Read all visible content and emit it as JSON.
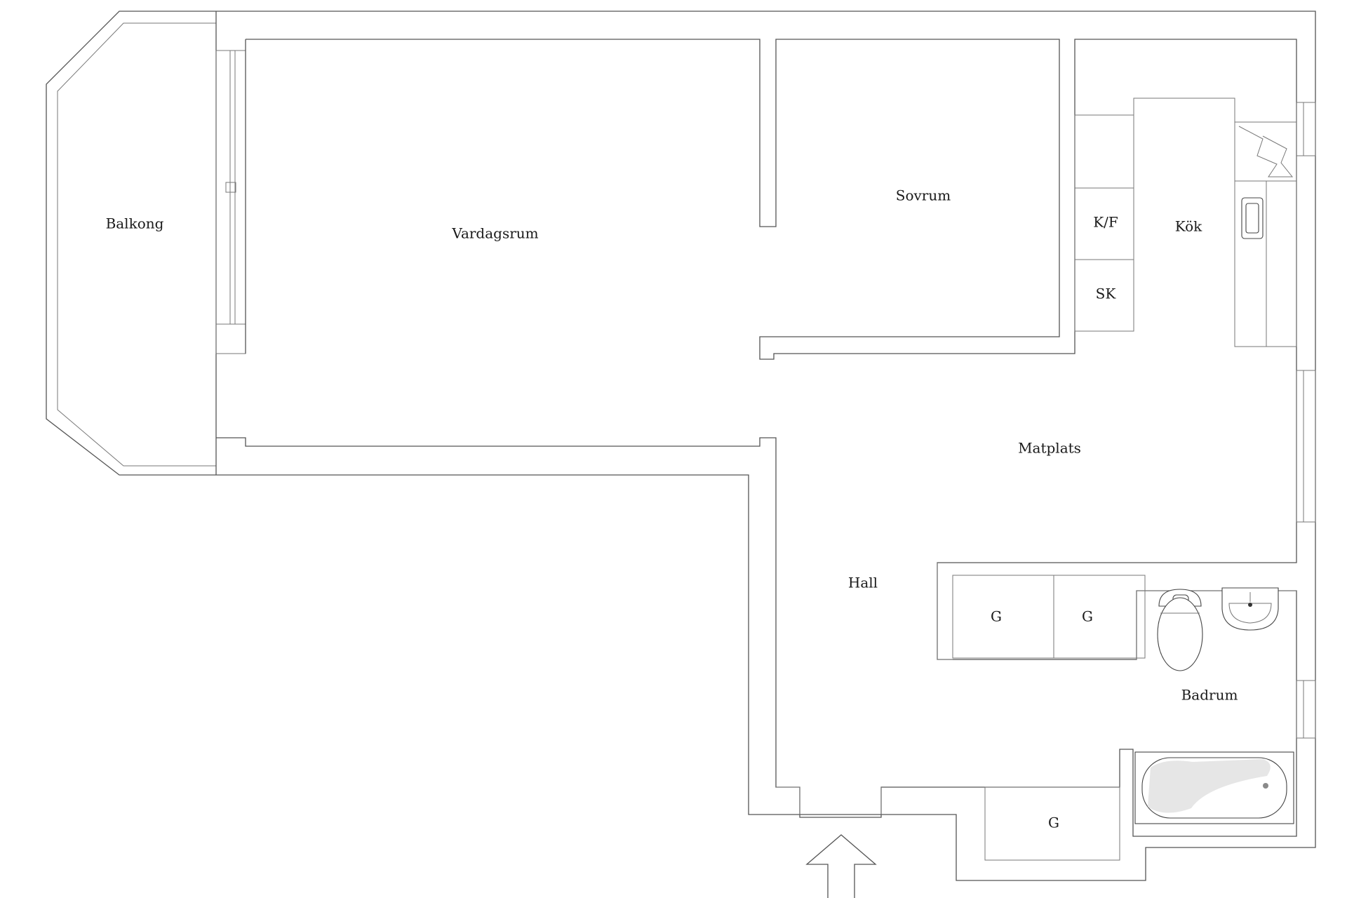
{
  "rooms": {
    "balkong": "Balkong",
    "vardagsrum": "Vardagsrum",
    "sovrum": "Sovrum",
    "kf": "K/F",
    "sk": "SK",
    "kok": "Kök",
    "matplats": "Matplats",
    "hall": "Hall",
    "garderob_1": "G",
    "garderob_2": "G",
    "garderob_3": "G",
    "badrum": "Badrum"
  },
  "icons": {
    "entrance": "entrance-arrow-icon",
    "toilet": "toilet-icon",
    "sink": "washbasin-icon",
    "bathtub": "bathtub-icon",
    "kitchen_sink": "kitchen-sink-icon",
    "stove": "stove-icon"
  }
}
